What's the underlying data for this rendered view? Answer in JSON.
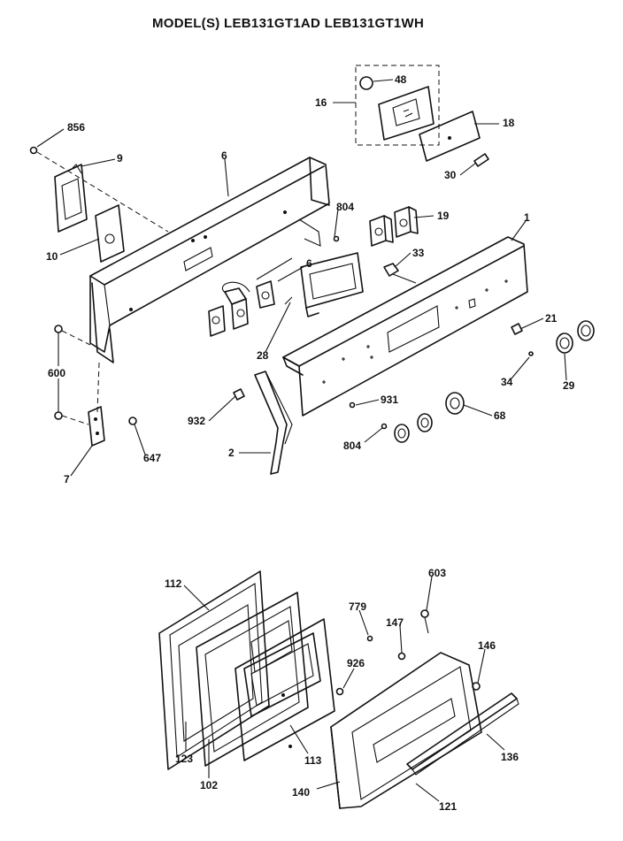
{
  "title": "MODEL(S) LEB131GT1AD  LEB131GT1WH",
  "callouts": [
    {
      "id": "c856",
      "text": "856"
    },
    {
      "id": "c9",
      "text": "9"
    },
    {
      "id": "c6a",
      "text": "6"
    },
    {
      "id": "c10",
      "text": "10"
    },
    {
      "id": "c16",
      "text": "16"
    },
    {
      "id": "c48",
      "text": "48"
    },
    {
      "id": "c18",
      "text": "18"
    },
    {
      "id": "c30",
      "text": "30"
    },
    {
      "id": "c804a",
      "text": "804"
    },
    {
      "id": "c19",
      "text": "19"
    },
    {
      "id": "c1",
      "text": "1"
    },
    {
      "id": "c33",
      "text": "33"
    },
    {
      "id": "c6b",
      "text": "6"
    },
    {
      "id": "c28",
      "text": "28"
    },
    {
      "id": "c21",
      "text": "21"
    },
    {
      "id": "c600",
      "text": "600"
    },
    {
      "id": "c34",
      "text": "34"
    },
    {
      "id": "c29",
      "text": "29"
    },
    {
      "id": "c932",
      "text": "932"
    },
    {
      "id": "c931",
      "text": "931"
    },
    {
      "id": "c68",
      "text": "68"
    },
    {
      "id": "c804b",
      "text": "804"
    },
    {
      "id": "c647",
      "text": "647"
    },
    {
      "id": "c2",
      "text": "2"
    },
    {
      "id": "c7",
      "text": "7"
    },
    {
      "id": "c112",
      "text": "112"
    },
    {
      "id": "c603",
      "text": "603"
    },
    {
      "id": "c779",
      "text": "779"
    },
    {
      "id": "c147",
      "text": "147"
    },
    {
      "id": "c146",
      "text": "146"
    },
    {
      "id": "c926",
      "text": "926"
    },
    {
      "id": "c123",
      "text": "123"
    },
    {
      "id": "c102",
      "text": "102"
    },
    {
      "id": "c113",
      "text": "113"
    },
    {
      "id": "c136",
      "text": "136"
    },
    {
      "id": "c140",
      "text": "140"
    },
    {
      "id": "c121",
      "text": "121"
    }
  ]
}
